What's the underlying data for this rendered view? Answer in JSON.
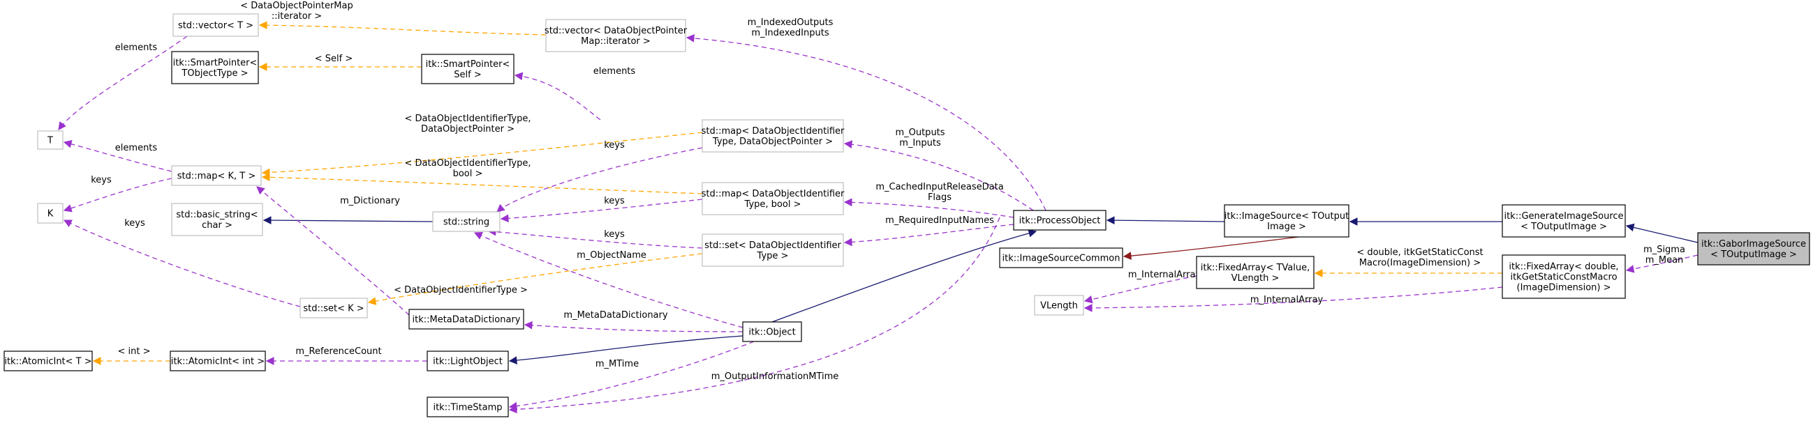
{
  "colors": {
    "composition": "#9a32cd",
    "template": "#ffa500",
    "inheritance": "#191970",
    "protected": "#8b1a1a",
    "focus_fill": "#bfbfbf",
    "gray_border": "#bfbfbf"
  },
  "nodes": [
    {
      "id": "vec_t",
      "lines": [
        "std::vector< T >"
      ]
    },
    {
      "id": "vec_dop",
      "lines": [
        "std::vector< DataObjectPointer",
        "Map::iterator >"
      ]
    },
    {
      "id": "sp_t",
      "lines": [
        "itk::SmartPointer<",
        "TObjectType >"
      ]
    },
    {
      "id": "sp_self",
      "lines": [
        "itk::SmartPointer<",
        "Self >"
      ]
    },
    {
      "id": "t",
      "lines": [
        "T"
      ]
    },
    {
      "id": "map_kt",
      "lines": [
        "std::map< K, T >"
      ]
    },
    {
      "id": "map_dop",
      "lines": [
        "std::map< DataObjectIdentifier",
        "Type, DataObjectPointer >"
      ]
    },
    {
      "id": "k",
      "lines": [
        "K"
      ]
    },
    {
      "id": "basic_string",
      "lines": [
        "std::basic_string<",
        "char >"
      ]
    },
    {
      "id": "string",
      "lines": [
        "std::string"
      ]
    },
    {
      "id": "map_bool",
      "lines": [
        "std::map< DataObjectIdentifier",
        "Type, bool >"
      ]
    },
    {
      "id": "process_object",
      "lines": [
        "itk::ProcessObject"
      ]
    },
    {
      "id": "image_source",
      "lines": [
        "itk::ImageSource< TOutput",
        "Image >"
      ]
    },
    {
      "id": "generate_image_source",
      "lines": [
        "itk::GenerateImageSource",
        "< TOutputImage >"
      ]
    },
    {
      "id": "gabor",
      "lines": [
        "itk::GaborImageSource",
        "< TOutputImage >"
      ]
    },
    {
      "id": "set_k",
      "lines": [
        "std::set< K >"
      ]
    },
    {
      "id": "set_doi",
      "lines": [
        "std::set< DataObjectIdentifier",
        "Type >"
      ]
    },
    {
      "id": "image_source_common",
      "lines": [
        "itk::ImageSourceCommon"
      ]
    },
    {
      "id": "fixed_array_t",
      "lines": [
        "itk::FixedArray< TValue,",
        "VLength >"
      ]
    },
    {
      "id": "fixed_array_d",
      "lines": [
        "itk::FixedArray< double,",
        "itkGetStaticConstMacro",
        "(ImageDimension) >"
      ]
    },
    {
      "id": "vlength",
      "lines": [
        "VLength"
      ]
    },
    {
      "id": "meta_dict",
      "lines": [
        "itk::MetaDataDictionary"
      ]
    },
    {
      "id": "object",
      "lines": [
        "itk::Object"
      ]
    },
    {
      "id": "atomic_t",
      "lines": [
        "itk::AtomicInt< T >"
      ]
    },
    {
      "id": "atomic_int",
      "lines": [
        "itk::AtomicInt< int >"
      ]
    },
    {
      "id": "light_object",
      "lines": [
        "itk::LightObject"
      ]
    },
    {
      "id": "time_stamp",
      "lines": [
        "itk::TimeStamp"
      ]
    }
  ],
  "edges": [
    {
      "id": "e1",
      "kind": "template",
      "lines": [
        "< DataObjectPointerMap",
        "::iterator >"
      ]
    },
    {
      "id": "e2",
      "kind": "composition",
      "lines": [
        "elements"
      ]
    },
    {
      "id": "e3",
      "kind": "template",
      "lines": [
        "< Self >"
      ]
    },
    {
      "id": "e4",
      "kind": "composition",
      "lines": [
        "elements"
      ]
    },
    {
      "id": "e5",
      "kind": "composition",
      "lines": [
        "elements"
      ]
    },
    {
      "id": "e6",
      "kind": "composition",
      "lines": [
        "keys"
      ]
    },
    {
      "id": "e7",
      "kind": "template",
      "lines": [
        "< DataObjectIdentifierType,",
        "DataObjectPointer >"
      ]
    },
    {
      "id": "e8",
      "kind": "template",
      "lines": [
        "< DataObjectIdentifierType,",
        "bool >"
      ]
    },
    {
      "id": "e9",
      "kind": "composition",
      "lines": [
        "keys"
      ]
    },
    {
      "id": "e10",
      "kind": "composition",
      "lines": [
        "m_IndexedOutputs",
        "m_IndexedInputs"
      ]
    },
    {
      "id": "e11",
      "kind": "composition",
      "lines": [
        "m_Outputs",
        "m_Inputs"
      ]
    },
    {
      "id": "e12",
      "kind": "composition",
      "lines": [
        "m_CachedInputReleaseData",
        "Flags"
      ]
    },
    {
      "id": "e13",
      "kind": "composition",
      "lines": [
        "m_RequiredInputNames"
      ]
    },
    {
      "id": "e14",
      "kind": "composition",
      "lines": [
        "keys"
      ]
    },
    {
      "id": "e15",
      "kind": "composition",
      "lines": [
        "keys"
      ]
    },
    {
      "id": "e16",
      "kind": "composition",
      "lines": [
        "keys"
      ]
    },
    {
      "id": "e17",
      "kind": "inheritance",
      "lines": []
    },
    {
      "id": "e18",
      "kind": "template",
      "lines": [
        "< DataObjectIdentifierType >"
      ]
    },
    {
      "id": "e19",
      "kind": "composition",
      "lines": [
        "m_ObjectName"
      ]
    },
    {
      "id": "e20",
      "kind": "composition",
      "lines": [
        "m_Dictionary"
      ]
    },
    {
      "id": "e21",
      "kind": "inheritance",
      "lines": []
    },
    {
      "id": "e22",
      "kind": "inheritance",
      "lines": []
    },
    {
      "id": "e23",
      "kind": "inheritance",
      "lines": []
    },
    {
      "id": "e24",
      "kind": "inheritance",
      "lines": []
    },
    {
      "id": "e25",
      "kind": "protected",
      "lines": []
    },
    {
      "id": "e26",
      "kind": "template",
      "lines": [
        "< double, itkGetStaticConst",
        "Macro(ImageDimension) >"
      ]
    },
    {
      "id": "e27",
      "kind": "composition",
      "lines": [
        "m_Sigma",
        "m_Mean"
      ]
    },
    {
      "id": "e28",
      "kind": "composition",
      "lines": [
        "m_InternalArray"
      ]
    },
    {
      "id": "e29",
      "kind": "composition",
      "lines": [
        "m_InternalArray"
      ]
    },
    {
      "id": "e30",
      "kind": "composition",
      "lines": [
        "m_MetaDataDictionary"
      ]
    },
    {
      "id": "e31",
      "kind": "inheritance",
      "lines": []
    },
    {
      "id": "e32",
      "kind": "template",
      "lines": [
        "< int >"
      ]
    },
    {
      "id": "e33",
      "kind": "composition",
      "lines": [
        "m_ReferenceCount"
      ]
    },
    {
      "id": "e34",
      "kind": "composition",
      "lines": [
        "m_MTime"
      ]
    },
    {
      "id": "e35",
      "kind": "composition",
      "lines": [
        "m_OutputInformationMTime"
      ]
    }
  ]
}
